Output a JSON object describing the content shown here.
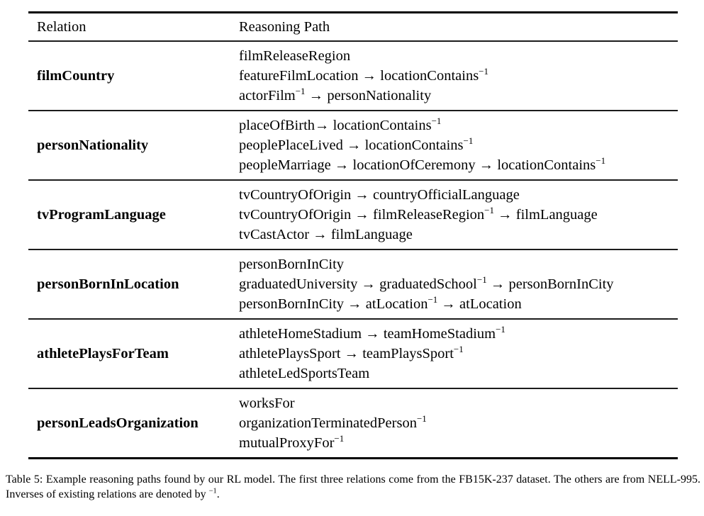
{
  "document": {
    "background": "#ffffff",
    "text_color": "#000000",
    "rule_color_outer": "#000000",
    "rule_color_inner": "#1c1c1c"
  },
  "table": {
    "headers": {
      "relation": "Relation",
      "path": "Reasoning Path"
    },
    "rows": [
      {
        "relation": "filmCountry",
        "paths": [
          [
            {
              "t": "filmReleaseRegion"
            }
          ],
          [
            {
              "t": "featureFilmLocation → locationContains"
            },
            {
              "sup": "−1"
            }
          ],
          [
            {
              "t": "actorFilm"
            },
            {
              "sup": "−1"
            },
            {
              "t": " → personNationality"
            }
          ]
        ]
      },
      {
        "relation": "personNationality",
        "paths": [
          [
            {
              "t": "placeOfBirth→ locationContains"
            },
            {
              "sup": "−1"
            }
          ],
          [
            {
              "t": "peoplePlaceLived → locationContains"
            },
            {
              "sup": "−1"
            }
          ],
          [
            {
              "t": "peopleMarriage → locationOfCeremony → locationContains"
            },
            {
              "sup": "−1"
            }
          ]
        ]
      },
      {
        "relation": "tvProgramLanguage",
        "paths": [
          [
            {
              "t": "tvCountryOfOrigin → countryOfficialLanguage"
            }
          ],
          [
            {
              "t": "tvCountryOfOrigin → filmReleaseRegion"
            },
            {
              "sup": "−1"
            },
            {
              "t": " → filmLanguage"
            }
          ],
          [
            {
              "t": "tvCastActor → filmLanguage"
            }
          ]
        ]
      },
      {
        "relation": "personBornInLocation",
        "paths": [
          [
            {
              "t": "personBornInCity"
            }
          ],
          [
            {
              "t": "graduatedUniversity → graduatedSchool"
            },
            {
              "sup": "−1"
            },
            {
              "t": " → personBornInCity"
            }
          ],
          [
            {
              "t": "personBornInCity → atLocation"
            },
            {
              "sup": "−1"
            },
            {
              "t": " → atLocation"
            }
          ]
        ]
      },
      {
        "relation": "athletePlaysForTeam",
        "paths": [
          [
            {
              "t": "athleteHomeStadium → teamHomeStadium"
            },
            {
              "sup": "−1"
            }
          ],
          [
            {
              "t": "athletePlaysSport → teamPlaysSport"
            },
            {
              "sup": "−1"
            }
          ],
          [
            {
              "t": "athleteLedSportsTeam"
            }
          ]
        ]
      },
      {
        "relation": "personLeadsOrganization",
        "paths": [
          [
            {
              "t": "worksFor"
            }
          ],
          [
            {
              "t": "organizationTerminatedPerson"
            },
            {
              "sup": "−1"
            }
          ],
          [
            {
              "t": "mutualProxyFor"
            },
            {
              "sup": "−1"
            }
          ]
        ]
      }
    ]
  },
  "caption": {
    "segments": [
      {
        "t": "Table 5: Example reasoning paths found by our RL model. The first three relations come from the FB15K-237 dataset. The others are from NELL-995. Inverses of existing relations are denoted by "
      },
      {
        "sup": "−1"
      },
      {
        "t": "."
      }
    ]
  }
}
